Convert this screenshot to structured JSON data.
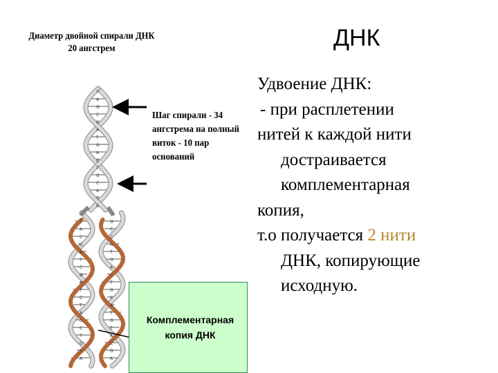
{
  "slide": {
    "title": "ДНК"
  },
  "diagram": {
    "diameter_caption": [
      "Диаметр двойной спирали ДНК",
      "20 ангстрем"
    ],
    "pitch_caption": [
      "Шаг спирали - 34",
      "ангстрема на полный",
      "виток - 10 пар",
      "оснований"
    ],
    "complementary_caption": [
      "Комплементарная",
      "копия ДНК"
    ],
    "base_letters": [
      "T",
      "A",
      "G",
      "C",
      "C",
      "A",
      "T",
      "G",
      "A",
      "C",
      "T",
      "G",
      "C",
      "A",
      "T",
      "G",
      "T",
      "A",
      "C",
      "G",
      "A",
      "T",
      "C",
      "G",
      "A",
      "T",
      "C",
      "T",
      "A",
      "G",
      "C",
      "T",
      "G"
    ],
    "colors": {
      "original_strand": "#d9d9d9",
      "new_strand": "#b5673a",
      "complementary_box": "#ccffcc"
    }
  },
  "text": {
    "lines": [
      {
        "text": "Удвоение ДНК:",
        "indent": 0
      },
      {
        "text": " - при расплетении",
        "indent": 1
      },
      {
        "text": "нитей к каждой нити",
        "indent": 0
      },
      {
        "text": "достраивается",
        "indent": 2
      },
      {
        "text": "комплементарная",
        "indent": 2
      },
      {
        "text": "копия,",
        "indent": 0
      },
      {
        "text": "т.о получается ",
        "highlight": "2 нити",
        "indent": 0
      },
      {
        "text": "ДНК, копирующие",
        "indent": 2
      },
      {
        "text": "исходную.",
        "indent": 2
      }
    ]
  }
}
